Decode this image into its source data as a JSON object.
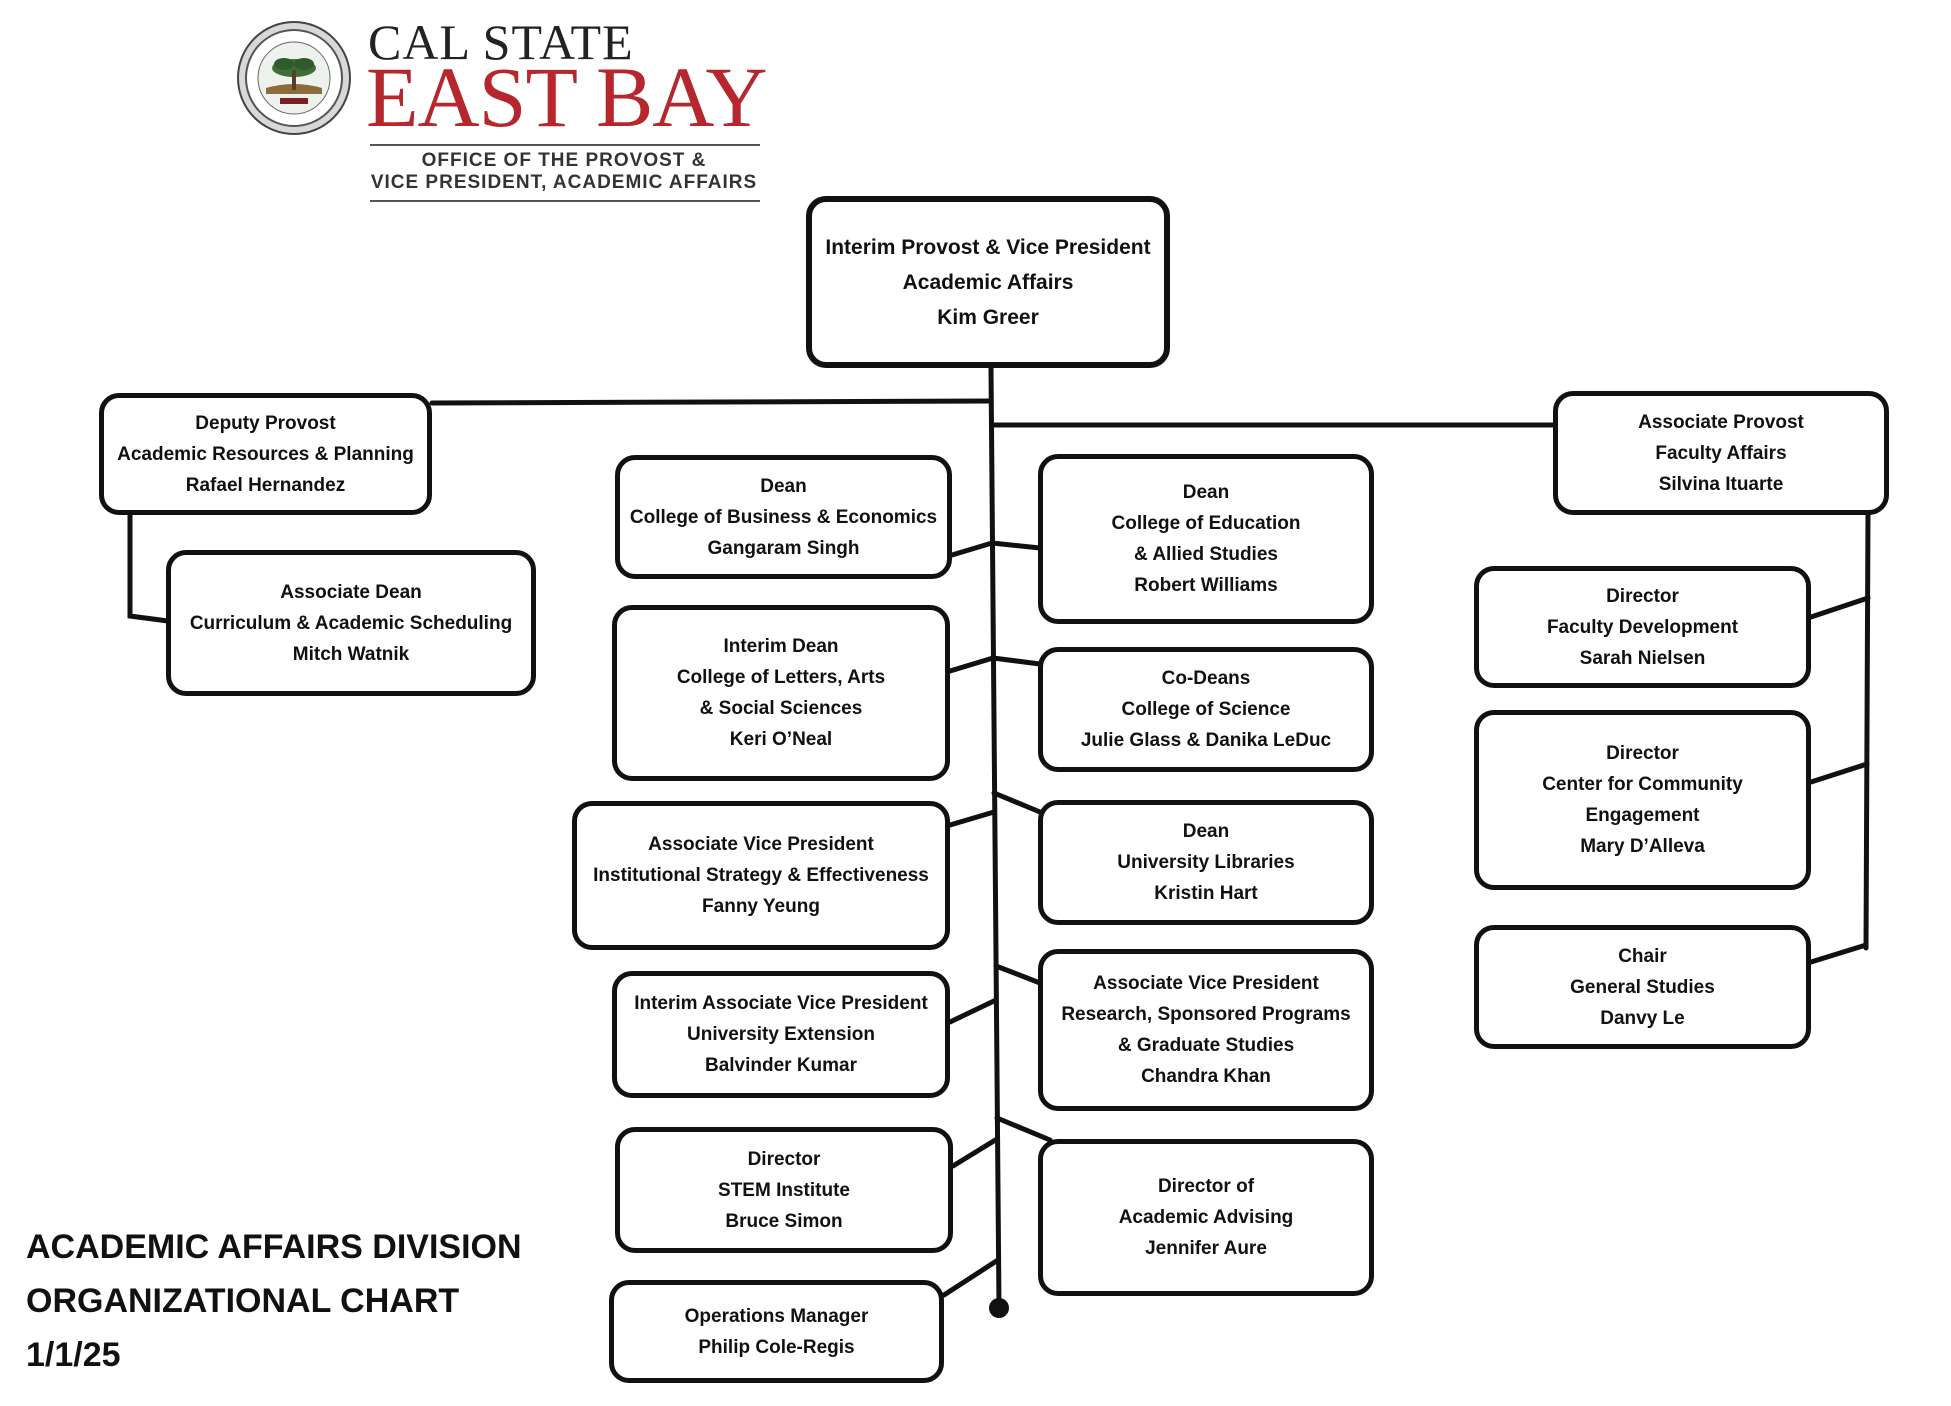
{
  "header": {
    "wordmark_top": "CAL STATE",
    "wordmark_main": "EAST BAY",
    "office_line_1": "OFFICE OF THE PROVOST &",
    "office_line_2": "VICE PRESIDENT, ACADEMIC AFFAIRS",
    "brand_color": "#b5272c"
  },
  "chart_title": {
    "line_1": "ACADEMIC AFFAIRS DIVISION",
    "line_2": "ORGANIZATIONAL CHART",
    "date": "1/1/25"
  },
  "nodes": {
    "provost": {
      "role": "Interim Provost & Vice President",
      "unit": "Academic Affairs",
      "name": "Kim Greer"
    },
    "deputy_provost": {
      "role": "Deputy Provost",
      "unit": "Academic Resources & Planning",
      "name": "Rafael Hernandez"
    },
    "associate_dean": {
      "role": "Associate Dean",
      "unit": "Curriculum & Academic Scheduling",
      "name": "Mitch Watnik"
    },
    "associate_provost": {
      "role": "Associate Provost",
      "unit": "Faculty Affairs",
      "name": "Silvina Ituarte"
    },
    "dean_business": {
      "role": "Dean",
      "unit": "College of  Business & Economics",
      "name": "Gangaram Singh"
    },
    "dean_education": {
      "role": "Dean",
      "unit_1": "College of  Education",
      "unit_2": "& Allied Studies",
      "name": "Robert Williams"
    },
    "dean_letters": {
      "role": "Interim Dean",
      "unit_1": "College of  Letters, Arts",
      "unit_2": "& Social Sciences",
      "name": "Keri O’Neal"
    },
    "codeans_science": {
      "role": "Co-Deans",
      "unit": "College of  Science",
      "name": "Julie Glass & Danika LeDuc"
    },
    "avp_strategy": {
      "role": "Associate Vice President",
      "unit": "Institutional Strategy & Effectiveness",
      "name": "Fanny Yeung"
    },
    "dean_libraries": {
      "role": "Dean",
      "unit": "University Libraries",
      "name": "Kristin Hart"
    },
    "avp_extension": {
      "role": "Interim Associate Vice President",
      "unit": "University Extension",
      "name": "Balvinder Kumar"
    },
    "avp_research": {
      "role": "Associate Vice President",
      "unit_1": "Research, Sponsored Programs",
      "unit_2": "& Graduate Studies",
      "name": "Chandra Khan"
    },
    "director_stem": {
      "role": "Director",
      "unit": "STEM Institute",
      "name": "Bruce Simon"
    },
    "director_advising": {
      "role": "Director of",
      "unit": "Academic Advising",
      "name": "Jennifer Aure"
    },
    "operations_manager": {
      "role": "Operations Manager",
      "name": "Philip Cole-Regis"
    },
    "director_faculty_dev": {
      "role": "Director",
      "unit": "Faculty Development",
      "name": "Sarah Nielsen"
    },
    "director_community": {
      "role": "Director",
      "unit_1": "Center for Community",
      "unit_2": "Engagement",
      "name": "Mary D’Alleva"
    },
    "chair_general_studies": {
      "role": "Chair",
      "unit": "General Studies",
      "name": "Danvy Le"
    }
  }
}
